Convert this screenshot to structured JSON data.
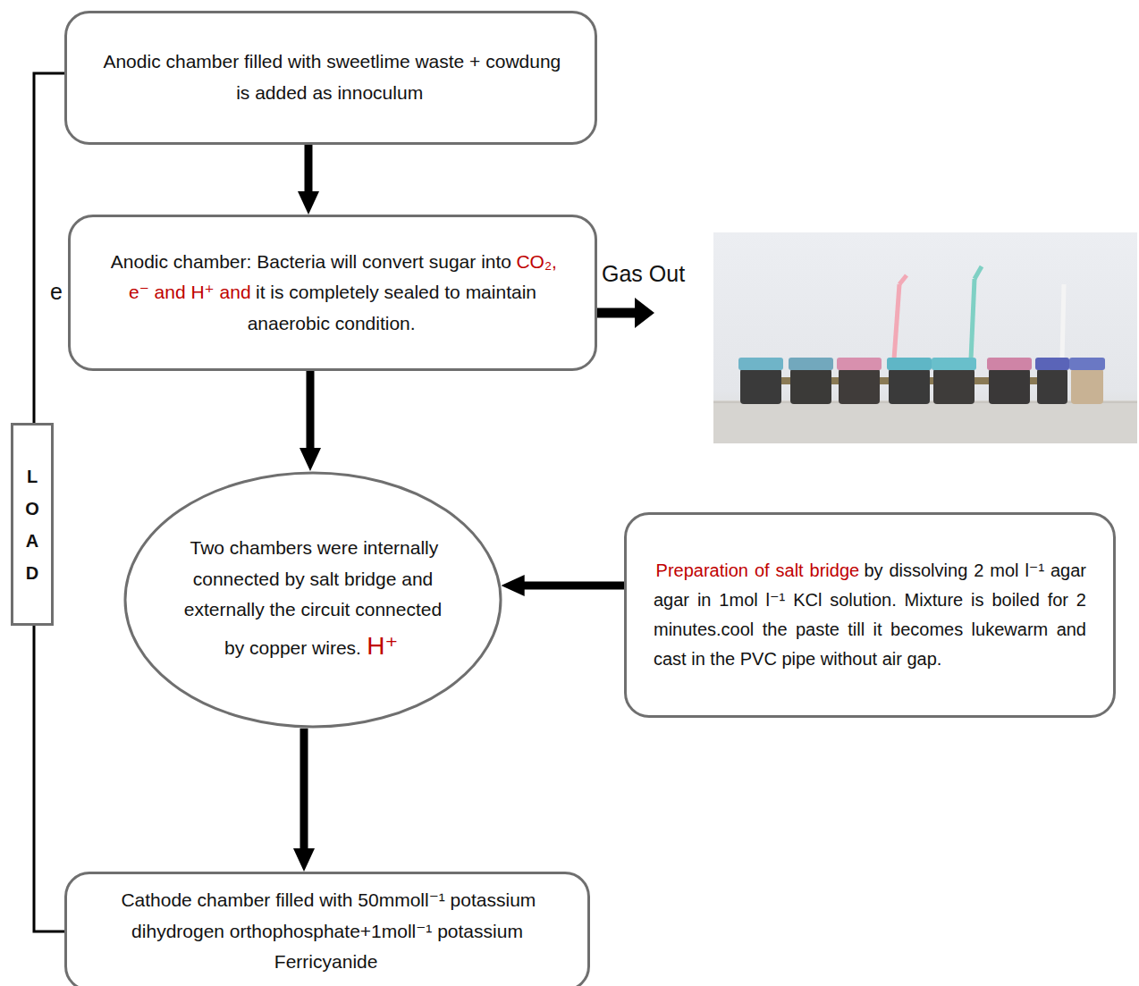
{
  "diagram": {
    "nodes": [
      {
        "text": [
          "Anodic chamber filled with sweetlime waste + cowdung is added as innoculum"
        ]
      },
      {
        "text": [
          "Anodic chamber: Bacteria will convert sugar into",
          "CO₂, e⁻ and H⁺ and",
          "it is completely sealed to maintain anaerobic condition."
        ]
      },
      {
        "text": [
          "Two chambers were internally connected by salt bridge and externally the circuit connected by copper wires.",
          "H⁺"
        ]
      },
      {
        "text": [
          "Preparation of salt bridge",
          "by dissolving 2 mol l⁻¹ agar agar in 1mol l⁻¹ KCl solution. Mixture is boiled for 2 minutes.cool the paste till it becomes lukewarm and cast in the PVC pipe without air gap."
        ]
      },
      {
        "text": [
          "Cathode chamber filled with 50mmoll⁻¹ potassium dihydrogen orthophosphate+1moll⁻¹ potassium Ferricyanide"
        ]
      },
      {
        "text": [
          "LOAD"
        ]
      }
    ],
    "edges": [
      {
        "from": 0,
        "to": 1,
        "arrow": "to"
      },
      {
        "from": 1,
        "to": 2,
        "arrow": "to"
      },
      {
        "from": 3,
        "to": 2,
        "arrow": "to"
      },
      {
        "from": 2,
        "to": 4,
        "arrow": "to"
      },
      {
        "from": 0,
        "to": 5,
        "label": "e",
        "arrow": "none"
      },
      {
        "from": 5,
        "to": 4,
        "arrow": "none"
      }
    ],
    "labels": [
      "Gas Out"
    ]
  }
}
